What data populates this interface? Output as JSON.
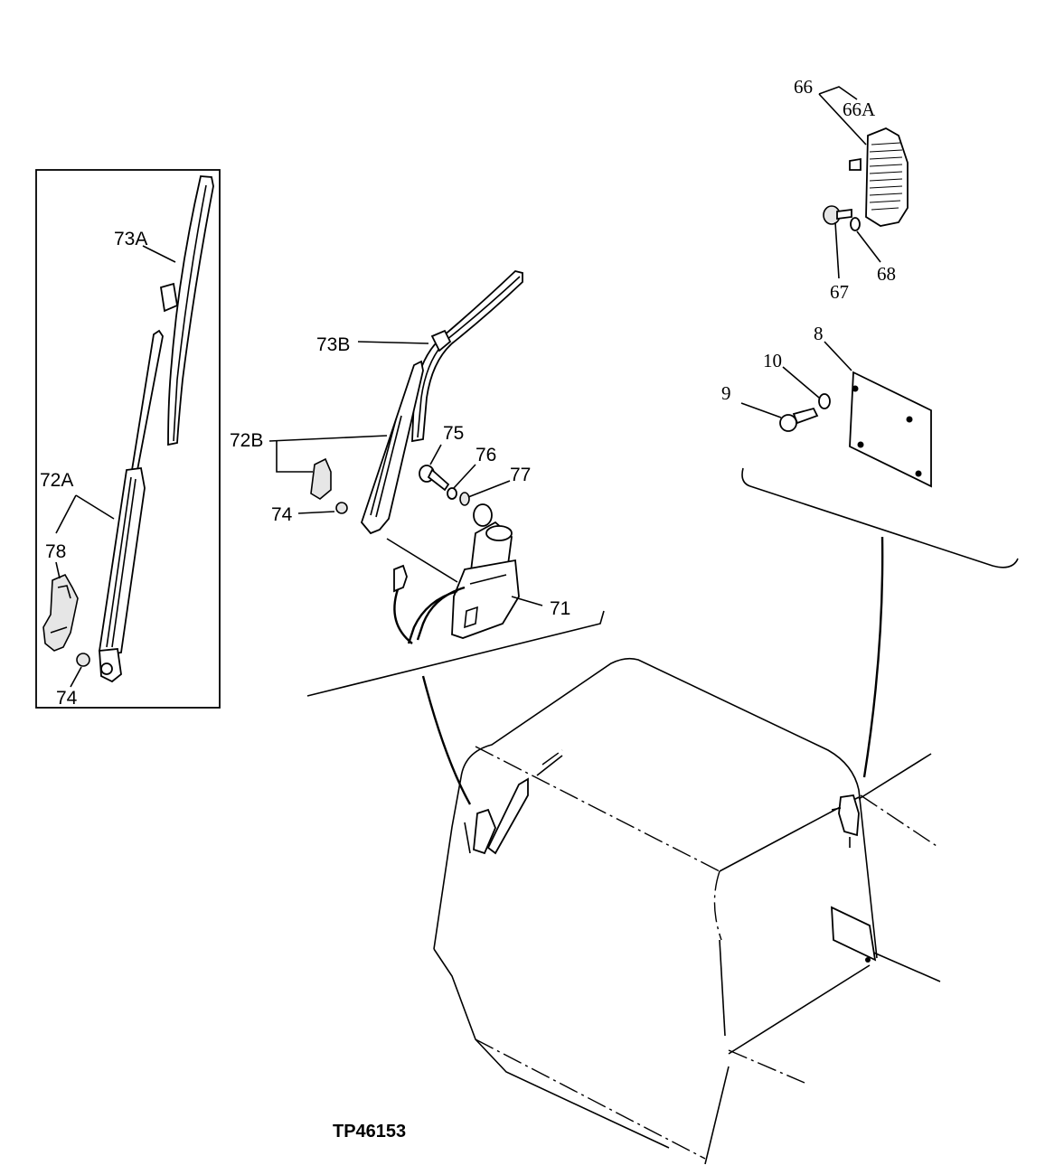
{
  "figure_id": "TP46153",
  "callouts": {
    "c66": "66",
    "c66A": "66A",
    "c67": "67",
    "c68": "68",
    "c8": "8",
    "c9": "9",
    "c10": "10",
    "c71": "71",
    "c72A": "72A",
    "c72B": "72B",
    "c73A": "73A",
    "c73B": "73B",
    "c74_inset": "74",
    "c74_main": "74",
    "c75": "75",
    "c76": "76",
    "c77": "77",
    "c78": "78"
  }
}
